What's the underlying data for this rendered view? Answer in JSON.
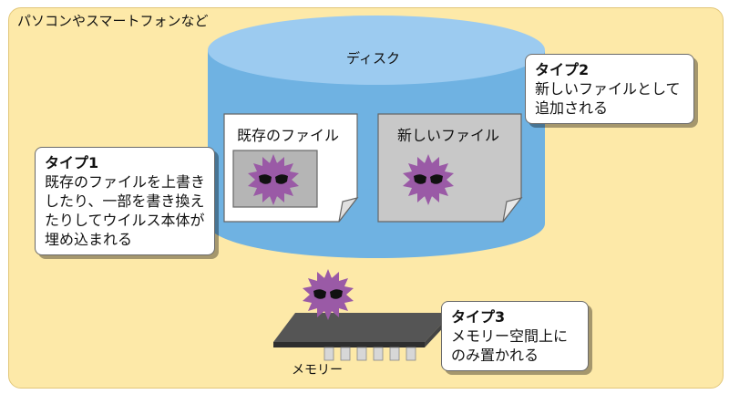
{
  "diagram": {
    "title": "パソコンやスマートフォンなど",
    "disk_label": "ディスク",
    "memory_label": "メモリー",
    "files": [
      {
        "label": "既存のファイル"
      },
      {
        "label": "新しいファイル"
      }
    ],
    "callouts": [
      {
        "heading": "タイプ1",
        "lines": [
          "既存のファイルを上書き",
          "したり、一部を書き換え",
          "たりしてウイルス本体が",
          "埋め込まれる"
        ]
      },
      {
        "heading": "タイプ2",
        "lines": [
          "新しいファイルとして",
          "追加される"
        ]
      },
      {
        "heading": "タイプ3",
        "lines": [
          "メモリー空間上に",
          "のみ置かれる"
        ]
      }
    ],
    "colors": {
      "background": "#fde9a8",
      "disk_body": "#6fb2e2",
      "disk_top": "#9ccbf0",
      "virus": "#9a5aa6",
      "chip": "#3a3a3a"
    },
    "icons": [
      "virus-icon",
      "memory-chip-icon"
    ]
  }
}
